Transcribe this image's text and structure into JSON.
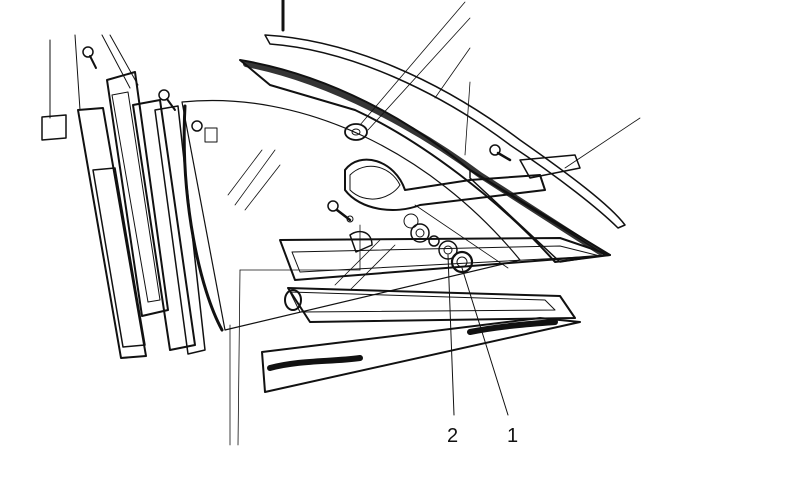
{
  "callouts": [
    {
      "id": "1",
      "label": "1"
    },
    {
      "id": "2",
      "label": "2"
    }
  ],
  "colors": {
    "ink": "#111111",
    "paper": "#ffffff",
    "stipple": "#555555"
  }
}
